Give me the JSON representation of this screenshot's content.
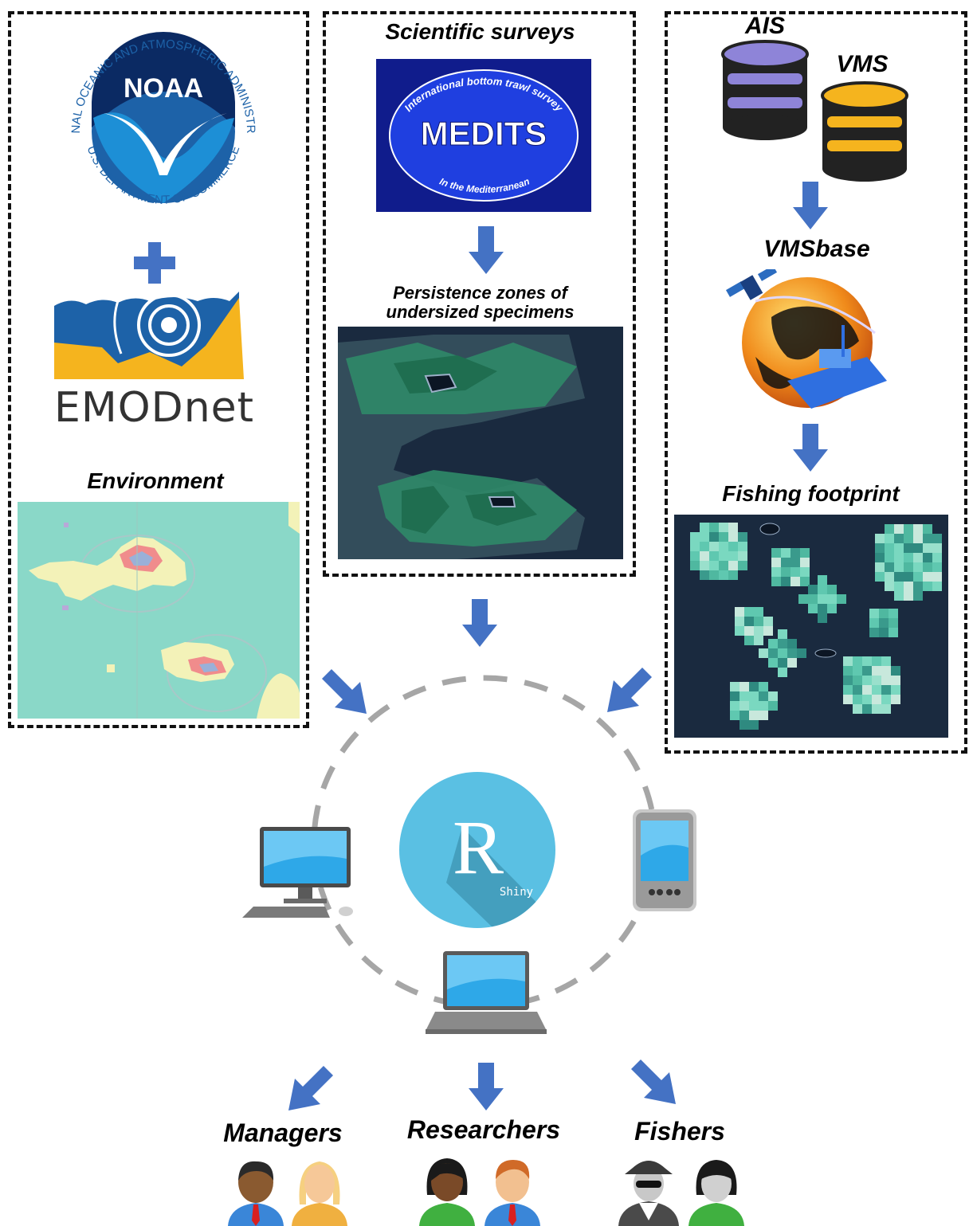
{
  "panels": {
    "environment": {
      "title": "Environment",
      "logos": {
        "noaa_name": "NATIONAL OCEANIC AND ATMOSPHERIC ADMINISTRATION",
        "noaa_abbr": "NOAA",
        "noaa_dept": "U.S. DEPARTMENT OF COMMERCE",
        "emodnet": "EMODnet"
      }
    },
    "surveys": {
      "title": "Scientific surveys",
      "medits": {
        "top_text": "International bottom trawl survey",
        "name": "MEDITS",
        "bottom_text": "In the Mediterranean"
      },
      "map_title_line1": "Persistence zones of",
      "map_title_line2": "undersized specimens"
    },
    "fishing": {
      "ais_label": "AIS",
      "vms_label": "VMS",
      "vmsbase_label": "VMSbase",
      "map_title": "Fishing footprint"
    }
  },
  "hub": {
    "r_letter": "R",
    "shiny_label": "Shiny"
  },
  "users": {
    "managers": "Managers",
    "researchers": "Researchers",
    "fishers": "Fishers"
  },
  "colors": {
    "arrow": "#4472c4",
    "noaa_blue": "#1d62a8",
    "r_circle": "#5ac0e3",
    "env_sea": "#8ad8c8",
    "env_land": "#f3f2b8",
    "map_dark": "#1a2a3f",
    "ais_db": "#8e84d8",
    "vms_db": "#f5b41e"
  }
}
